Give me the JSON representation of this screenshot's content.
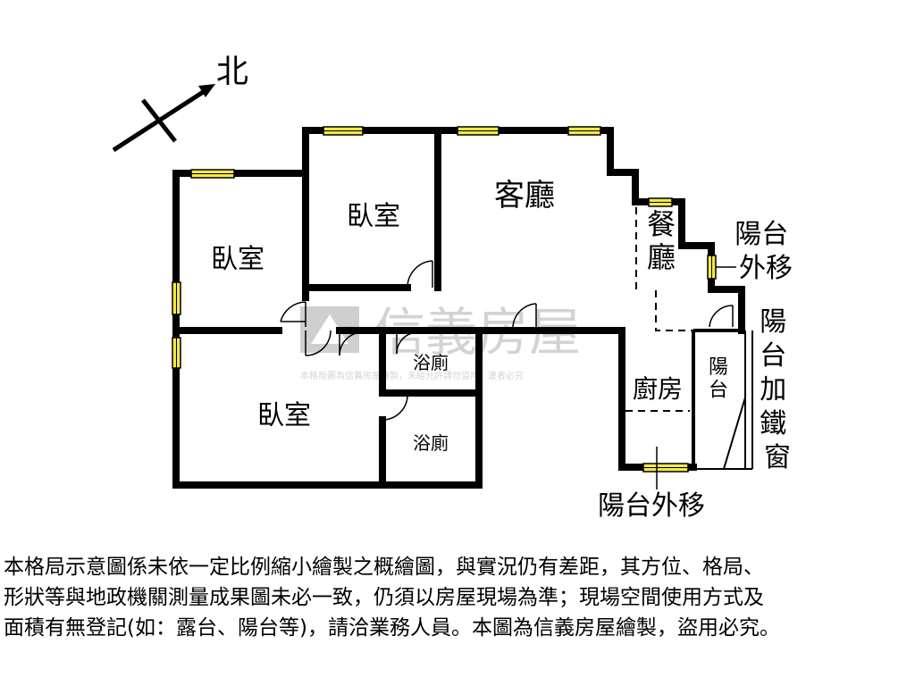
{
  "compass": {
    "label": "北"
  },
  "rooms": {
    "bedroom_top": "臥室",
    "bedroom_left": "臥室",
    "bedroom_bottom": "臥室",
    "living_room": "客廳",
    "dining_room": "餐廳",
    "bathroom_upper": "浴廁",
    "bathroom_lower": "浴廁",
    "kitchen": "廚房",
    "balcony": "陽台"
  },
  "annotations": {
    "balcony_moved_right": "陽台外移",
    "balcony_moved_bottom": "陽台外移",
    "balcony_iron_window": "陽台加鐵窗"
  },
  "watermark": {
    "brand": "信義房屋",
    "notice": "本格局圖為信義房屋繪製，未經允許請勿盜用，違者必究"
  },
  "disclaimer": [
    "本格局示意圖係未依一定比例縮小繪製之概繪圖，與實況仍有差距，其方位、格局、",
    "形狀等與地政機關測量成果圖未必一致，仍須以房屋現場為準；現場空間使用方式及",
    "面積有無登記(如：露台、陽台等)，請洽業務人員。本圖為信義房屋繪製，盜用必究。"
  ]
}
